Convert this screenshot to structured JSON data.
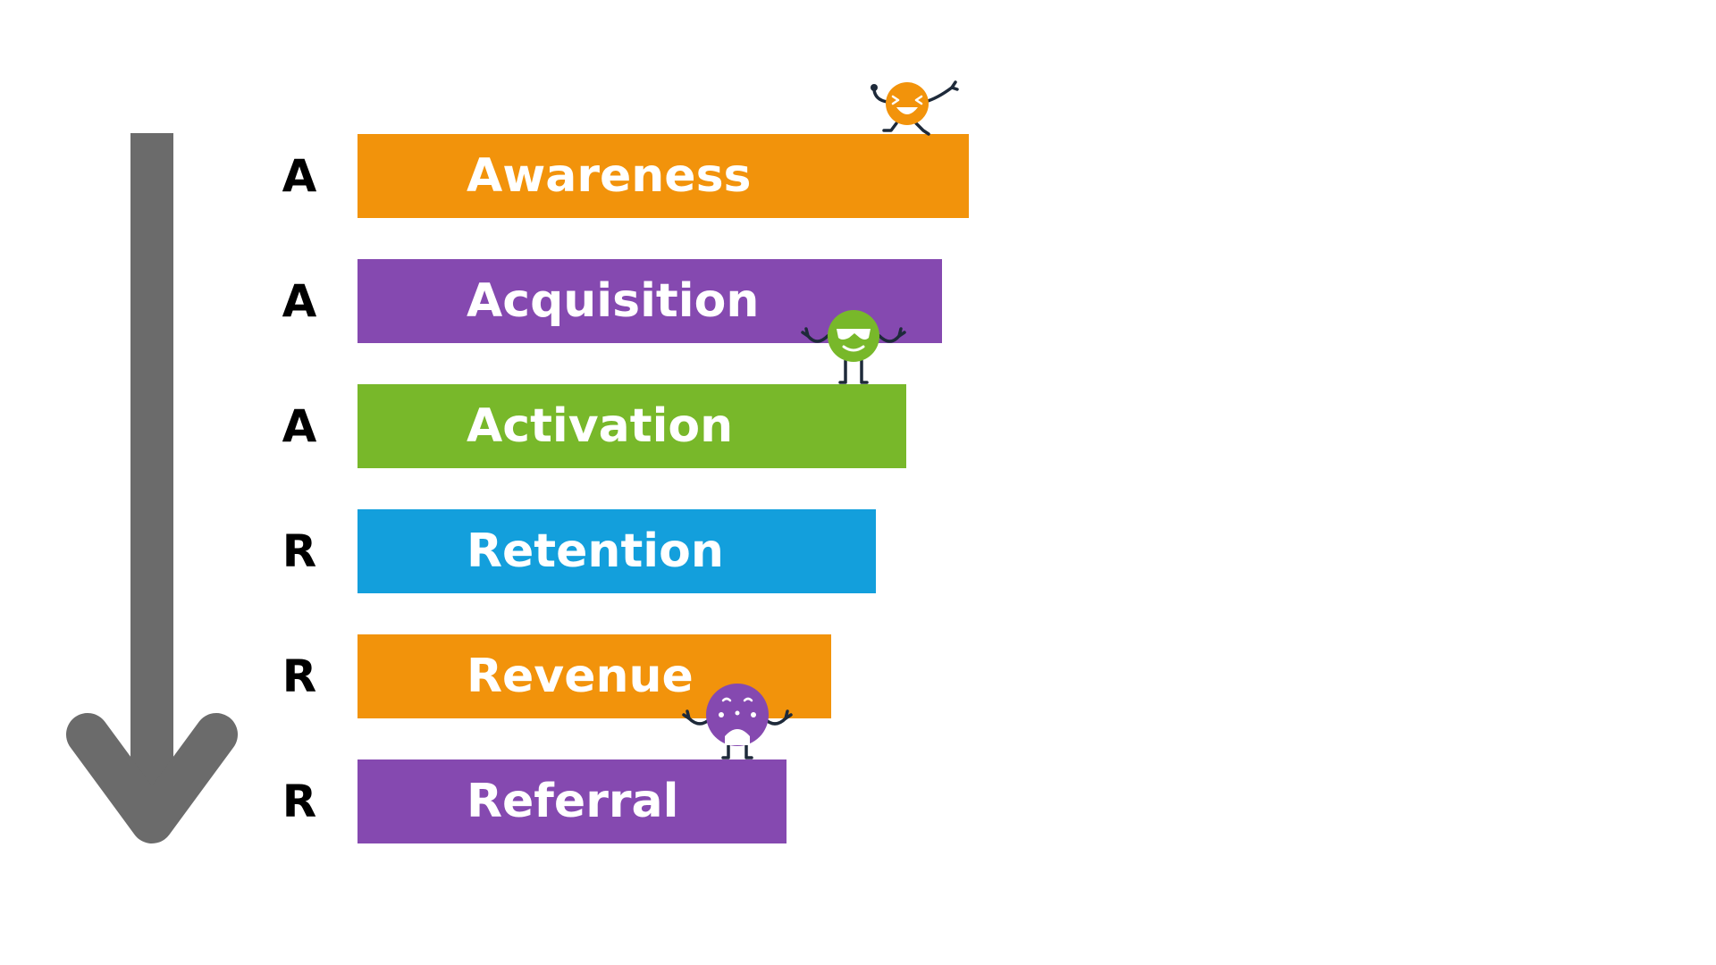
{
  "stages": [
    {
      "letter": "A",
      "label": "Awareness",
      "color": "#F2930B",
      "width_ratio": 1.0
    },
    {
      "letter": "A",
      "label": "Acquisition",
      "color": "#8549B0",
      "width_ratio": 0.956
    },
    {
      "letter": "A",
      "label": "Activation",
      "color": "#78B82A",
      "width_ratio": 0.898
    },
    {
      "letter": "R",
      "label": "Retention",
      "color": "#139FDC",
      "width_ratio": 0.848
    },
    {
      "letter": "R",
      "label": "Revenue",
      "color": "#F2930B",
      "width_ratio": 0.775
    },
    {
      "letter": "R",
      "label": "Referral",
      "color": "#8549B0",
      "width_ratio": 0.702
    }
  ],
  "arrow": {
    "color": "#6B6B6B",
    "direction": "down"
  },
  "mascots": [
    {
      "name": "orange-mascot",
      "color": "#F2930B",
      "expression": "laughing"
    },
    {
      "name": "green-mascot",
      "color": "#78B82A",
      "expression": "sunglasses"
    },
    {
      "name": "purple-mascot",
      "color": "#8549B0",
      "expression": "surprised"
    }
  ],
  "outline_color": "#1E2A3A"
}
